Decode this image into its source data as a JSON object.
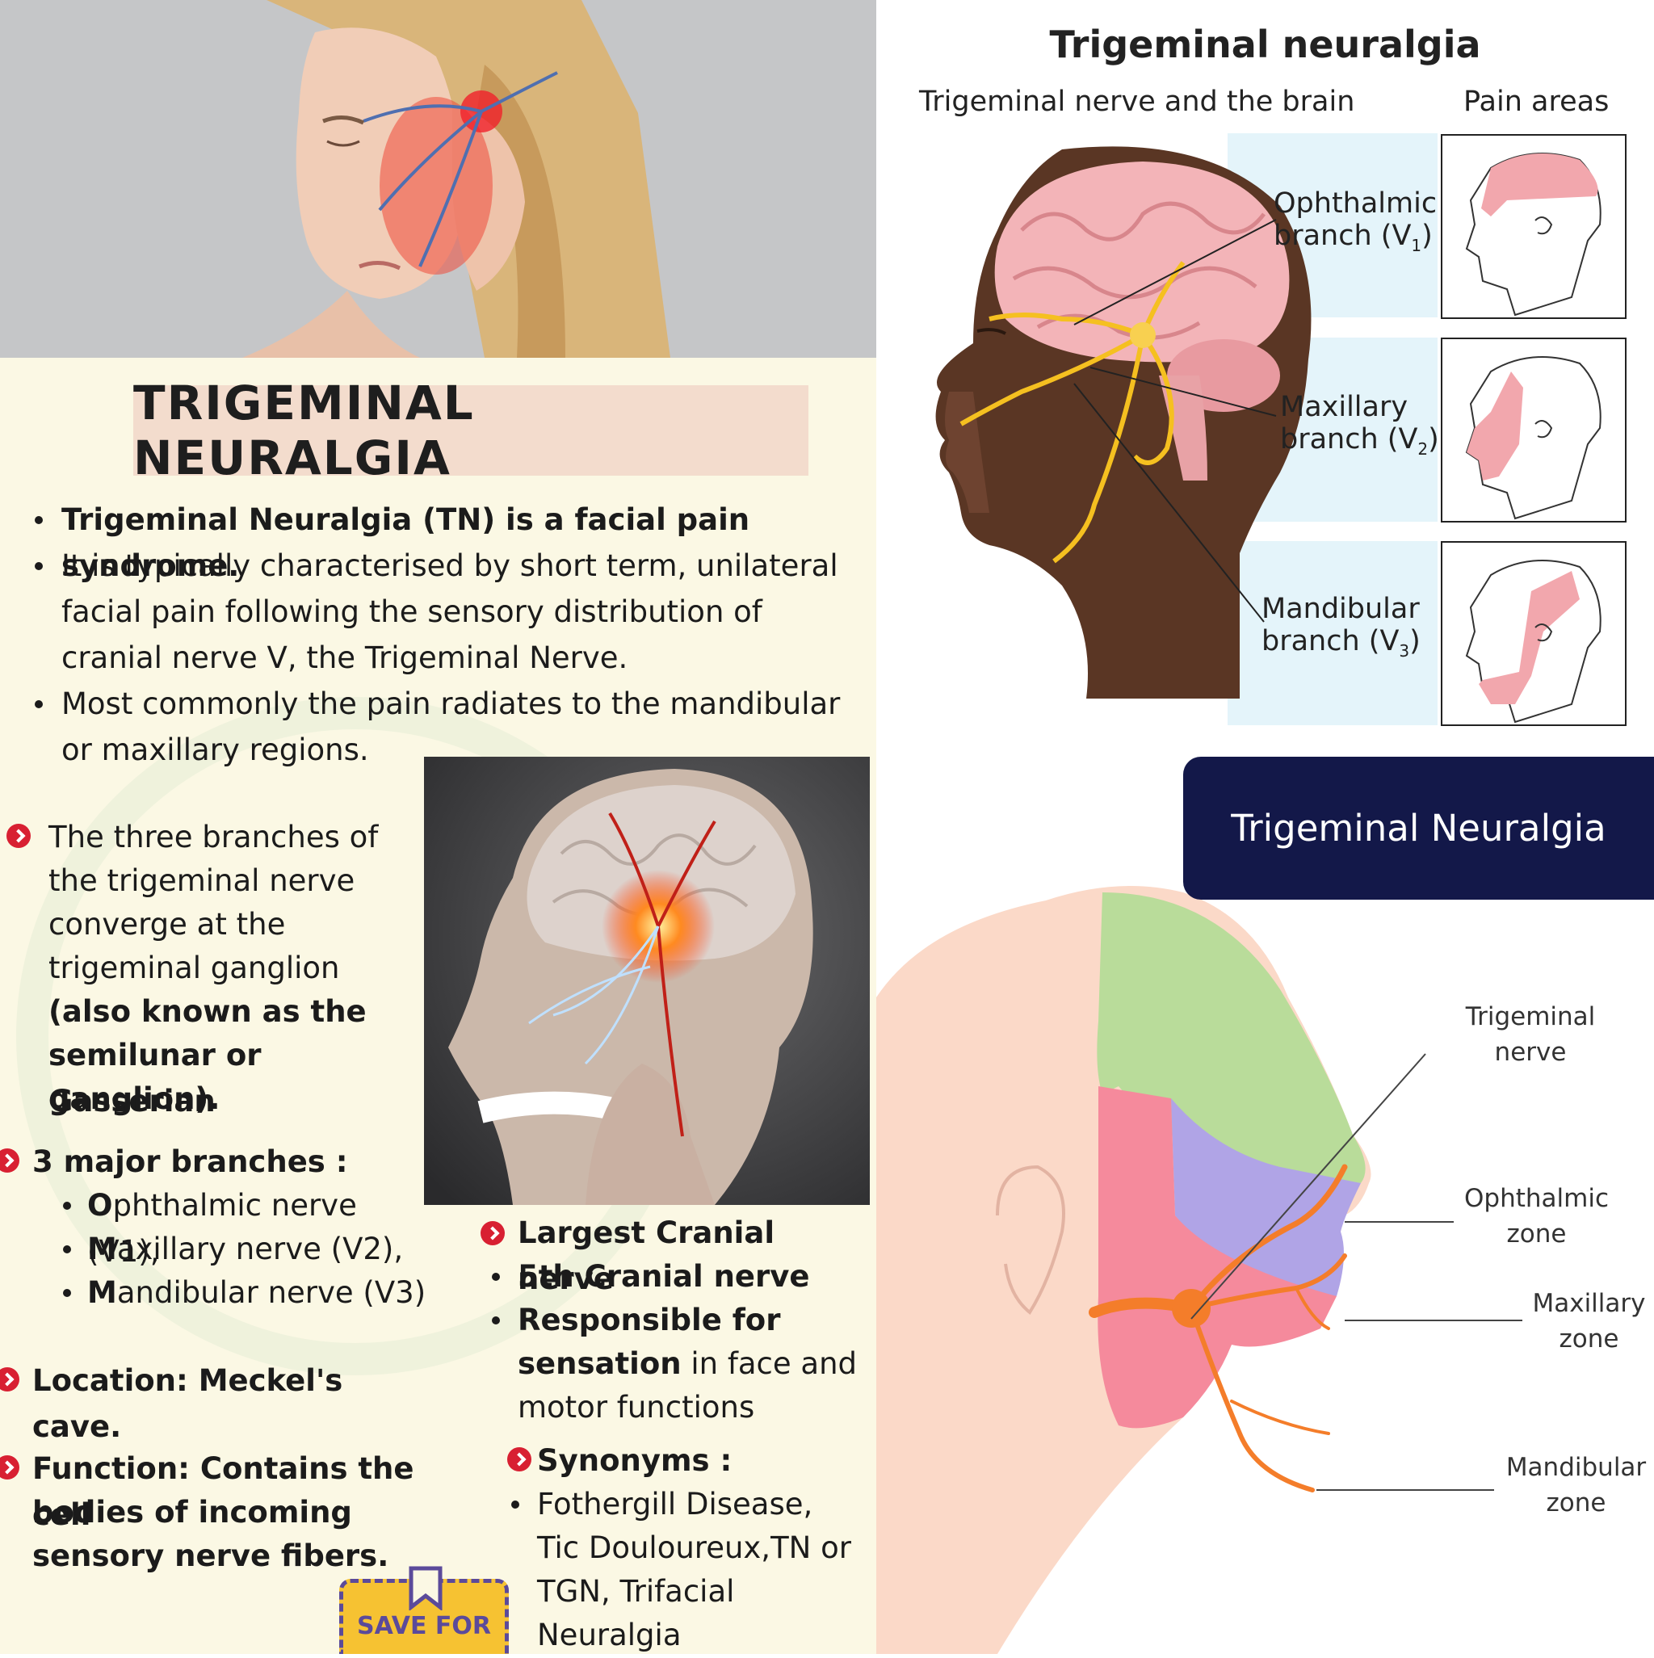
{
  "left_panel": {
    "title": "TRIGEMINAL NEURALGIA",
    "bullets": [
      "Trigeminal Neuralgia (TN) is a facial pain syndrome.",
      "It is typically characterised by short term, unilateral",
      "facial pain following the sensory distribution of",
      "cranial nerve V, the Trigeminal Nerve.",
      "Most commonly the pain radiates to the mandibular",
      "or maxillary regions."
    ],
    "branches_para": {
      "lines": [
        "The three branches of",
        "the trigeminal nerve",
        "converge at the",
        "trigeminal ganglion"
      ],
      "bold_lines": [
        "(also known as the",
        "semilunar or Gasserian",
        "ganglion)."
      ]
    },
    "major_branches": {
      "heading": "3 major branches :",
      "items": [
        {
          "initial": "O",
          "rest": "phthalmic nerve (V1),"
        },
        {
          "initial": "M",
          "rest": "axillary nerve (V2),"
        },
        {
          "initial": "M",
          "rest": "andibular nerve (V3)"
        }
      ]
    },
    "location": "Location: Meckel's cave.",
    "function_lines": [
      "Function: Contains the cell",
      "bodies of incoming",
      "sensory nerve fibers."
    ],
    "facts": {
      "largest": "Largest Cranial nerve",
      "fifth": "5th Cranial nerve",
      "responsible_bold": "Responsible for",
      "responsible_bold2": "sensation",
      "responsible_rest": " in face and",
      "responsible_rest2": "motor functions"
    },
    "synonyms": {
      "heading": "Synonyms :",
      "lines": [
        "Fothergill Disease,",
        "Tic Douloureux,TN or",
        "TGN, Trifacial",
        "Neuralgia"
      ]
    },
    "save_badge": "SAVE FOR"
  },
  "right_top": {
    "title": "Trigeminal neuralgia",
    "subtitle_left": "Trigeminal nerve and the brain",
    "subtitle_right": "Pain areas",
    "branches": [
      {
        "name": "Ophthalmic",
        "label": "branch (V",
        "sub": "1",
        "close": ")"
      },
      {
        "name": "Maxillary",
        "label": "branch (V",
        "sub": "2",
        "close": ")"
      },
      {
        "name": "Mandibular",
        "label": "branch (V",
        "sub": "3",
        "close": ")"
      }
    ]
  },
  "right_bottom": {
    "header": "Trigeminal Neuralgia",
    "labels": [
      {
        "l1": "Trigeminal",
        "l2": "nerve"
      },
      {
        "l1": "Ophthalmic",
        "l2": "zone"
      },
      {
        "l1": "Maxillary",
        "l2": "zone"
      },
      {
        "l1": "Mandibular",
        "l2": "zone"
      }
    ],
    "colors": {
      "ophthalmic": "#b9dc9a",
      "maxillary": "#b0a4e6",
      "mandibular": "#f58a9c",
      "skin": "#fbd9c8",
      "nerve": "#f47d2a"
    }
  }
}
